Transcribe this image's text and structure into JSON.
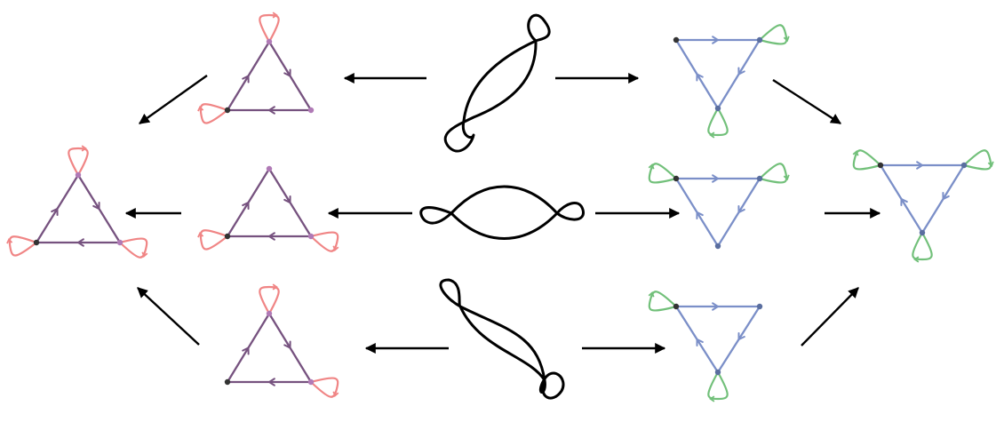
{
  "colors": {
    "purple": "#76527F",
    "salmon": "#F08585",
    "blue": "#7B8FC8",
    "green": "#72C07A",
    "black": "#000000",
    "vertex_dark": "#333333",
    "vertex_pink": "#B07AB6",
    "vertex_blue": "#5A6E9F",
    "vertex_green": "#6FA977"
  },
  "curves": [
    {
      "id": "top-curve",
      "orientation": "vertical-right"
    },
    {
      "id": "middle-curve",
      "orientation": "horizontal"
    },
    {
      "id": "bottom-curve",
      "orientation": "vertical-left"
    }
  ],
  "left_graphs": [
    {
      "id": "left-top-graph",
      "loops": [
        "top",
        "bottom-left"
      ]
    },
    {
      "id": "left-middle-graph",
      "loops": [
        "bottom-left",
        "bottom-right"
      ]
    },
    {
      "id": "left-bottom-graph",
      "loops": [
        "top",
        "bottom-right"
      ]
    }
  ],
  "far_left_graph": {
    "id": "far-left-graph",
    "loops": [
      "top",
      "bottom-left",
      "bottom-right"
    ]
  },
  "right_graphs": [
    {
      "id": "right-top-graph",
      "loops": [
        "top-right",
        "bottom"
      ]
    },
    {
      "id": "right-middle-graph",
      "loops": [
        "top-left",
        "top-right"
      ]
    },
    {
      "id": "right-bottom-graph",
      "loops": [
        "top-left",
        "bottom"
      ]
    }
  ],
  "far_right_graph": {
    "id": "far-right-graph",
    "loops": [
      "top-left",
      "top-right",
      "bottom"
    ]
  }
}
